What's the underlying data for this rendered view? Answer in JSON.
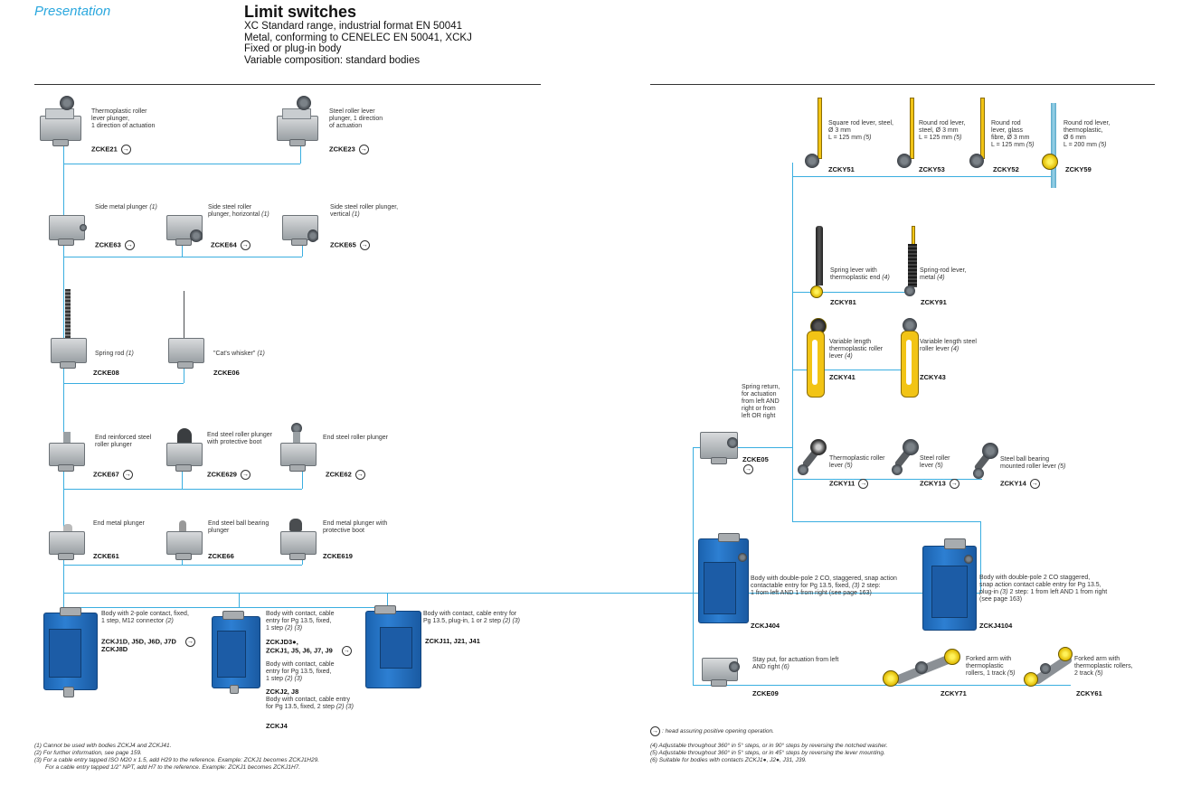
{
  "header": {
    "section": "Presentation",
    "title": "Limit switches",
    "subtitle_lines": [
      "XC Standard range, industrial format EN 50041",
      "Metal, conforming to CENELEC EN 50041, XCKJ",
      "Fixed or plug-in body",
      "Variable composition: standard bodies"
    ]
  },
  "left": {
    "zcke21": {
      "desc": [
        "Thermoplastic roller",
        "lever plunger,",
        "1 direction of actuation"
      ],
      "ref": "ZCKE21"
    },
    "zcke23": {
      "desc": [
        "Steel roller lever",
        "plunger, 1 direction",
        "of actuation"
      ],
      "ref": "ZCKE23"
    },
    "zcke63": {
      "desc": [
        "Side metal plunger",
        "(1)"
      ],
      "ref": "ZCKE63"
    },
    "zcke64": {
      "desc": [
        "Side steel roller",
        "plunger, horizontal",
        "(1)"
      ],
      "ref": "ZCKE64"
    },
    "zcke65": {
      "desc": [
        "Side steel roller plunger,",
        "vertical",
        "(1)"
      ],
      "ref": "ZCKE65"
    },
    "zcke08": {
      "desc": [
        "Spring rod",
        "(1)"
      ],
      "ref": "ZCKE08"
    },
    "zcke06": {
      "desc": [
        "\"Cat's whisker\"",
        "(1)"
      ],
      "ref": "ZCKE06"
    },
    "zcke67": {
      "desc": [
        "End reinforced steel",
        "roller plunger"
      ],
      "ref": "ZCKE67"
    },
    "zcke629": {
      "desc": [
        "End steel roller plunger",
        "with protective boot"
      ],
      "ref": "ZCKE629"
    },
    "zcke62": {
      "desc": [
        "End steel roller plunger"
      ],
      "ref": "ZCKE62"
    },
    "zcke61": {
      "desc": [
        "End metal plunger"
      ],
      "ref": "ZCKE61"
    },
    "zcke66": {
      "desc": [
        "End steel ball bearing",
        "plunger"
      ],
      "ref": "ZCKE66"
    },
    "zcke619": {
      "desc": [
        "End metal plunger with",
        "protective boot"
      ],
      "ref": "ZCKE619"
    },
    "body1": {
      "desc": [
        "Body with 2-pole contact, fixed,",
        "1 step, M12 connector",
        "(2)"
      ],
      "ref1": "ZCKJ1D, J5D, J6D, J7D",
      "ref2": "ZCKJ8D"
    },
    "body2": {
      "desc": [
        "Body with contact, cable",
        "entry for Pg 13.5, fixed,",
        "1 step",
        "(2) (3)"
      ],
      "ref1": "ZCKJD3●,",
      "ref2": "ZCKJ1, J5, J6, J7, J9",
      "desc2": [
        "Body with contact, cable",
        "entry for Pg 13.5, fixed,",
        "1 step",
        "(2) (3)"
      ],
      "ref3": "ZCKJ2, J8",
      "desc3": [
        "Body with contact, cable entry",
        "for Pg 13.5, fixed, 2 step",
        "(2) (3)"
      ],
      "ref4": "ZCKJ4"
    },
    "body3": {
      "desc": [
        "Body with contact, cable entry for",
        "Pg 13.5, plug-in, 1 or 2 step",
        "(2) (3)"
      ],
      "ref": "ZCKJ11, J21, J41"
    },
    "footnotes": [
      "(1) Cannot be used with bodies ZCKJ4 and ZCKJ41.",
      "(2) For further information, see page 159.",
      "(3) For a cable entry tapped ISO M20 x 1.5, add H29 to the reference. Example: ZCKJ1 becomes ZCKJ1H29.",
      "For a cable entry tapped 1/2\" NPT, add H7 to the reference. Example: ZCKJ1 becomes ZCKJ1H7."
    ]
  },
  "right": {
    "zcky51": {
      "desc": [
        "Square rod lever, steel,",
        "Ø 3 mm",
        "L = 125 mm",
        "(5)"
      ],
      "ref": "ZCKY51"
    },
    "zcky53": {
      "desc": [
        "Round rod lever,",
        "steel, Ø 3 mm",
        "L = 125 mm",
        "(5)"
      ],
      "ref": "ZCKY53"
    },
    "zcky52": {
      "desc": [
        "Round rod",
        "lever, glass",
        "fibre, Ø 3 mm",
        "L = 125 mm",
        "(5)"
      ],
      "ref": "ZCKY52"
    },
    "zcky59": {
      "desc": [
        "Round rod lever,",
        "thermoplastic,",
        "Ø 6 mm",
        "L = 200 mm",
        "(5)"
      ],
      "ref": "ZCKY59"
    },
    "zcky81": {
      "desc": [
        "Spring lever with",
        "thermoplastic end",
        "(4)"
      ],
      "ref": "ZCKY81"
    },
    "zcky91": {
      "desc": [
        "Spring-rod lever,",
        "metal",
        "(4)"
      ],
      "ref": "ZCKY91"
    },
    "zcky41": {
      "desc": [
        "Variable length",
        "thermoplastic roller",
        "lever",
        "(4)"
      ],
      "ref": "ZCKY41"
    },
    "zcky43": {
      "desc": [
        "Variable length steel",
        "roller lever",
        "(4)"
      ],
      "ref": "ZCKY43"
    },
    "zcke05": {
      "desc": [
        "Spring return,",
        "for actuation",
        "from left AND",
        "right or from",
        "left OR right"
      ],
      "ref": "ZCKE05"
    },
    "zcky11": {
      "desc": [
        "Thermoplastic roller",
        "lever",
        "(5)"
      ],
      "ref": "ZCKY11"
    },
    "zcky13": {
      "desc": [
        "Steel roller",
        "lever",
        "(5)"
      ],
      "ref": "ZCKY13"
    },
    "zcky14": {
      "desc": [
        "Steel ball bearing",
        "mounted roller lever",
        "(5)"
      ],
      "ref": "ZCKY14"
    },
    "zckj404": {
      "desc": [
        "Body with double-pole 2 CO, staggered, snap action",
        "contactable entry for Pg 13.5, fixed,",
        "(3)",
        "2 step:",
        "1 from left AND 1 from right (see page 163)"
      ],
      "ref": "ZCKJ404"
    },
    "zckj4104": {
      "desc": [
        "Body with double-pole 2 CO staggered,",
        "snap action contact cable entry for Pg 13.5,",
        "plug-in",
        "(3)",
        "2 step: 1 from left AND 1 from right",
        "(see page 163)"
      ],
      "ref": "ZCKJ4104"
    },
    "zcke09": {
      "desc": [
        "Stay put, for actuation from left",
        "AND right",
        "(6)"
      ],
      "ref": "ZCKE09"
    },
    "zcky71": {
      "desc": [
        "Forked arm with",
        "thermoplastic",
        "rollers, 1 track",
        "(5)"
      ],
      "ref": "ZCKY71"
    },
    "zcky61": {
      "desc": [
        "Forked arm with",
        "thermoplastic rollers,",
        "2 track",
        "(5)"
      ],
      "ref": "ZCKY61"
    },
    "legend": ": head assuring positive opening operation.",
    "footnotes": [
      "(4) Adjustable throughout 360° in 5° steps, or in 90° steps by reversing the notched washer.",
      "(5) Adjustable throughout 360° in 5° steps, or in 45° steps by reversing the lever mounting.",
      "(6) Suitable for bodies with contacts ZCKJ1●, J2●, J31, J39."
    ]
  },
  "symbols": {
    "positive_opening": "→"
  },
  "colors": {
    "accent": "#3aaee0",
    "body_blue": "#1f6fc4",
    "lever_yellow": "#f2c415"
  }
}
